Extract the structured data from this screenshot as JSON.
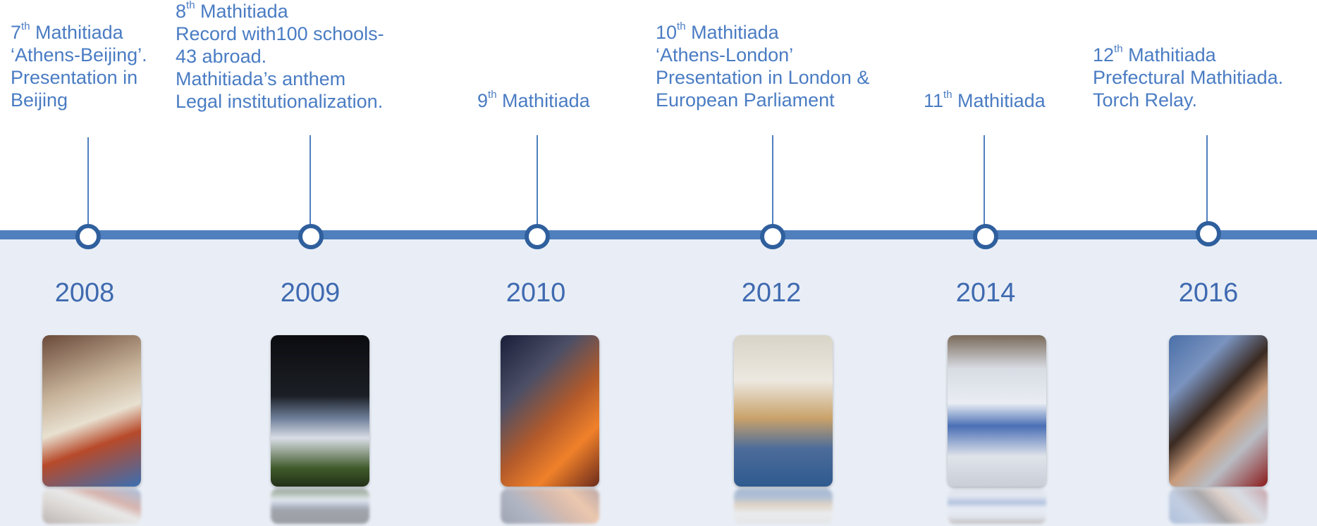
{
  "colors": {
    "accent": "#4f7fbd",
    "text": "#4a7cc3",
    "band": "#e9eef6",
    "node": "#2f5f9d"
  },
  "events": [
    {
      "year": "2008",
      "lines": [
        {
          "num": "7",
          "sup": "th",
          "rest": " Mathitiada"
        },
        {
          "text": "‘Athens-Beijing’."
        },
        {
          "text": "Presentation in"
        },
        {
          "text": "Beijing"
        }
      ]
    },
    {
      "year": "2009",
      "lines": [
        {
          "num": "8",
          "sup": "th",
          "rest": " Mathitiada"
        },
        {
          "text": "Record with100 schools-"
        },
        {
          "text": "43 abroad."
        },
        {
          "text": "Mathitiada’s anthem"
        },
        {
          "text": "Legal institutionalization."
        }
      ]
    },
    {
      "year": "2010",
      "lines": [
        {
          "num": "9",
          "sup": "th",
          "rest": " Mathitiada"
        }
      ]
    },
    {
      "year": "2012",
      "lines": [
        {
          "num": "10",
          "sup": "th",
          "rest": " Mathitiada"
        },
        {
          "text": "‘Athens-London’"
        },
        {
          "text": "Presentation in London &"
        },
        {
          "text": "European Parliament"
        }
      ]
    },
    {
      "year": "2014",
      "lines": [
        {
          "num": "11",
          "sup": "th",
          "rest": " Mathitiada"
        }
      ]
    },
    {
      "year": "2016",
      "lines": [
        {
          "num": "12",
          "sup": "th",
          "rest": " Mathitiada"
        },
        {
          "text": "Prefectural Mathitiada."
        },
        {
          "text": "Torch Relay."
        }
      ]
    }
  ]
}
